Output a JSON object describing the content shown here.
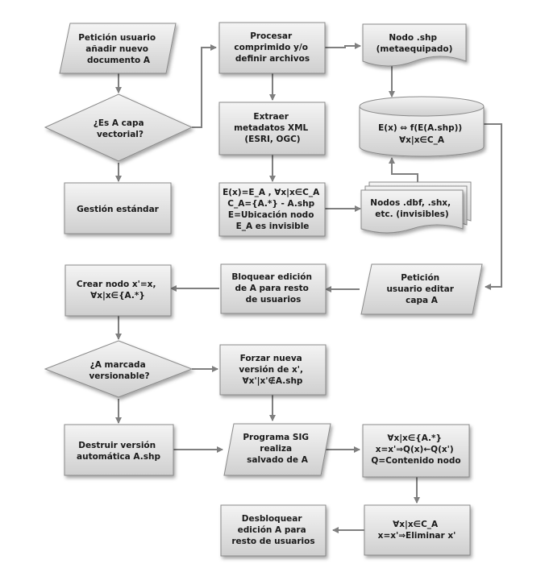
{
  "colors": {
    "fill_top": "#f4f4f4",
    "fill_bottom": "#cfcfcf",
    "stroke": "#8a8a8a",
    "arrow": "#7f7f7f",
    "text": "#1a1a1a"
  },
  "nodes": {
    "peticion_nuevo": {
      "shape": "parallelogram",
      "lines": [
        "Petición usuario",
        "añadir nuevo",
        "documento A"
      ]
    },
    "es_vectorial": {
      "shape": "diamond",
      "lines": [
        "¿Es A capa",
        "vectorial?"
      ]
    },
    "gestion_estandar": {
      "shape": "rect",
      "lines": [
        "Gestión estándar"
      ]
    },
    "procesar": {
      "shape": "rect",
      "lines": [
        "Procesar",
        "comprimido y/o",
        "definir archivos"
      ]
    },
    "extraer_metadatos": {
      "shape": "rect",
      "lines": [
        "Extraer",
        "metadatos XML",
        "(ESRI, OGC)"
      ]
    },
    "definicion_ca": {
      "shape": "rect",
      "lines": [
        "E(x)=E_A , ∀x|x∈C_A",
        "C_A={A.*} - A.shp",
        "E=Ubicación nodo",
        "E_A es invisible"
      ]
    },
    "nodo_shp": {
      "shape": "document",
      "lines": [
        "Nodo .shp",
        "(metaequipado)"
      ]
    },
    "base_datos": {
      "shape": "cylinder",
      "lines": [
        "E(x) ⇔ f(E(A.shp))",
        "∀x|x∈C_A"
      ]
    },
    "nodos_invisibles": {
      "shape": "multidocument",
      "lines": [
        "Nodos .dbf, .shx,",
        "etc. (invisibles)"
      ]
    },
    "peticion_editar": {
      "shape": "parallelogram",
      "lines": [
        "Petición",
        "usuario editar",
        "capa A"
      ]
    },
    "bloquear": {
      "shape": "rect",
      "lines": [
        "Bloquear edición",
        "de A para resto",
        "de usuarios"
      ]
    },
    "crear_nodo": {
      "shape": "rect",
      "lines": [
        "Crear nodo x'=x,",
        "∀x|x∈{A.*}"
      ]
    },
    "versionable": {
      "shape": "diamond",
      "lines": [
        "¿A marcada",
        "versionable?"
      ]
    },
    "forzar_version": {
      "shape": "rect",
      "lines": [
        "Forzar nueva",
        "versión de x',",
        "∀x'|x'∉A.shp"
      ]
    },
    "destruir_version": {
      "shape": "rect",
      "lines": [
        "Destruir versión",
        "automática A.shp"
      ]
    },
    "programa_sig": {
      "shape": "parallelogram",
      "lines": [
        "Programa SIG",
        "realiza",
        "salvado de A"
      ]
    },
    "contenido_nodo": {
      "shape": "rect",
      "lines": [
        "∀x|x∈{A.*}",
        "x=x'⇒Q(x)←Q(x')",
        "Q=Contenido nodo"
      ]
    },
    "eliminar": {
      "shape": "rect",
      "lines": [
        "∀x|x∈C_A",
        "x=x'⇒Eliminar x'"
      ]
    },
    "desbloquear": {
      "shape": "rect",
      "lines": [
        "Desbloquear",
        "edición A para",
        "resto de usuarios"
      ]
    }
  }
}
